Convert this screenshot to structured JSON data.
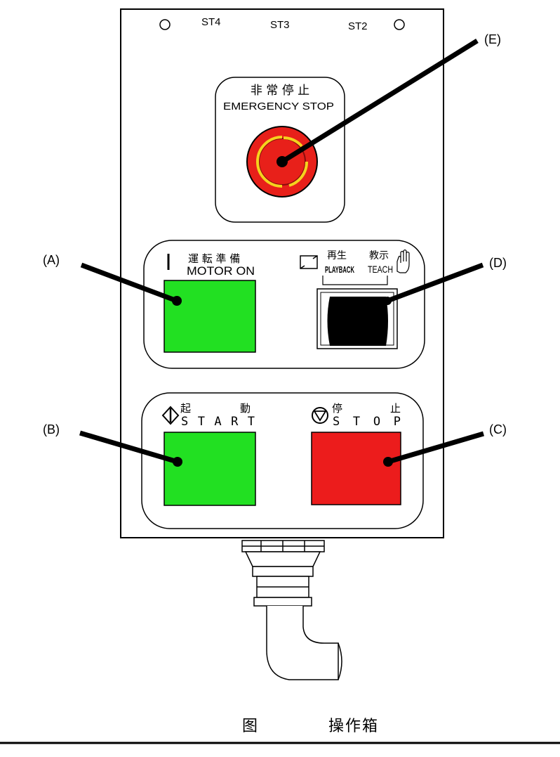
{
  "panel": {
    "indicators": [
      "ST4",
      "ST3",
      "ST2"
    ]
  },
  "emergency_stop": {
    "label_jp": "非 常 停 止",
    "label_en": "EMERGENCY STOP",
    "callout": "(E)",
    "color": "#e8201a",
    "ring_color": "#f5d21e"
  },
  "motor_on": {
    "label_jp": "運 転 準 備",
    "label_en": "MOTOR ON",
    "callout": "(A)",
    "color": "#22e022"
  },
  "mode_switch": {
    "playback_jp": "再生",
    "playback_en": "PLAYBACK",
    "teach_jp": "教示",
    "teach_en": "TEACH",
    "callout": "(D)"
  },
  "start": {
    "label_jp_1": "起",
    "label_jp_2": "動",
    "label_en": "START",
    "callout": "(B)",
    "color": "#22e022"
  },
  "stop": {
    "label_jp_1": "停",
    "label_jp_2": "止",
    "label_en": "STOP",
    "callout": "(C)",
    "color": "#ec1c1c"
  },
  "caption": {
    "prefix": "图",
    "title": "操作箱"
  }
}
